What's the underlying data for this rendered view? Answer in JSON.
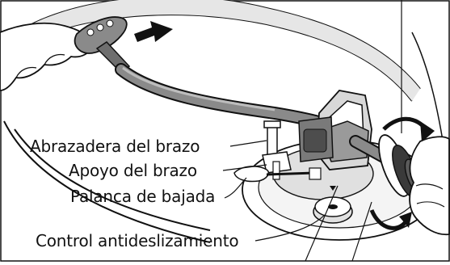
{
  "callouts": {
    "arm_clamp": "Abrazadera del brazo",
    "arm_rest": "Apoyo del brazo",
    "cue_lever": "Palanca de bajada",
    "anti_skating": "Control antideslizamiento"
  },
  "colors": {
    "line": "#111111",
    "arm_gray": "#8a8a8a",
    "arm_dark": "#4d4d4d",
    "weight_dark": "#3a3a3a",
    "background": "#ffffff"
  }
}
